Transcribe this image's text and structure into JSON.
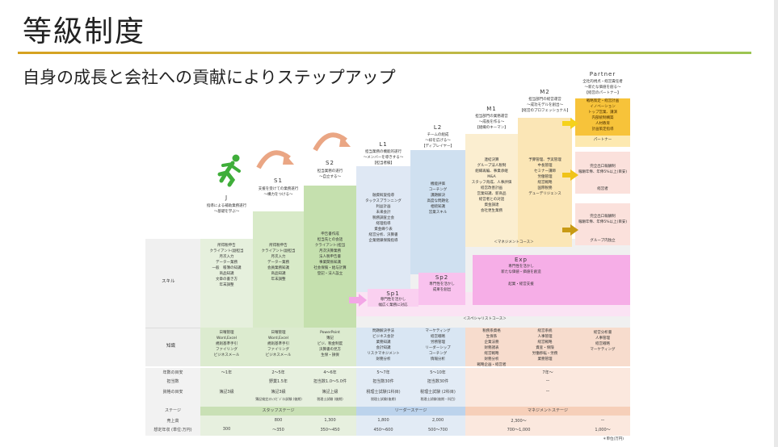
{
  "title": "等級制度",
  "subtitle": "自身の成長と会社への貢献によりステップアップ",
  "levels": {
    "J": {
      "code": "J",
      "desc": [
        "指導による補助業務遂行",
        "～基礎を学ぶ～"
      ]
    },
    "S1": {
      "code": "S1",
      "desc": [
        "支援を受けての業務遂行",
        "～構力をつける～"
      ]
    },
    "S2": {
      "code": "S2",
      "desc": [
        "担当業務の遂行",
        "～自立する～"
      ]
    },
    "L1": {
      "code": "L1",
      "desc": [
        "担当業務の機能的遂行",
        "～メンバーを導きする～",
        "【担当者級】"
      ]
    },
    "L2": {
      "code": "L2",
      "desc": [
        "チームの組成",
        "～枠を広げる～",
        "【ディプレイヤー】"
      ]
    },
    "M1": {
      "code": "M1",
      "desc": [
        "担当部門の業務運営",
        "～成長を作る～",
        "【組織のキーマン】"
      ]
    },
    "M2": {
      "code": "M2",
      "desc": [
        "担当部門の経営運営",
        "～成功モデルを創出～",
        "【経営のプロフェッショナル】"
      ]
    },
    "Partner": {
      "code": "Partner",
      "desc": [
        "全社的視点・経営責任者",
        "～新たな価値を創る～",
        "【経営のパートナー】"
      ]
    },
    "Sp1": {
      "code": "Sp1",
      "desc": [
        "専門性を活かし",
        "幅広く業務に対応"
      ]
    },
    "Sp2": {
      "code": "Sp2",
      "desc": [
        "専門性を活かし",
        "成果を創出"
      ]
    },
    "Exp": {
      "code": "Exp",
      "desc": [
        "専門性を活かし",
        "新たな価値・価値を創造"
      ]
    }
  },
  "tracks": {
    "management": "＜マネジメントコース＞",
    "specialist": "＜スペシャリストコース＞"
  },
  "skills_label": "スキル",
  "skills": {
    "J": [
      "所得税申告",
      "クライアント(副担当",
      "月次入力",
      "データー業務",
      "一般　帳簿の知識",
      "商品知識",
      "文章の書き方",
      "年末調整"
    ],
    "S1": [
      "所得税申告",
      "クライアント(副担当",
      "月次入力",
      "データー業務",
      "会員業務知識",
      "商品知識",
      "年末調整"
    ],
    "S2": [
      "申告書作成",
      "担当先との会話",
      "クライアント(担当",
      "月次決算業務",
      "法人税申告書",
      "事業関係知識",
      "社会保険・給与計算",
      "登記・法人設立"
    ],
    "L1": [
      "融資斡旋指導",
      "タックスプランニング",
      "利益計画",
      "未来会計",
      "税務調査立会",
      "経理指導",
      "資金繰り表",
      "経営分析、決算書",
      "企業閉鎖保険指導"
    ],
    "L2": [
      "機能評価",
      "コーチング",
      "課題解決",
      "高度な問題化",
      "相続知識",
      "営業スキル"
    ],
    "M1": [
      "連結決算",
      "グループ法人税制",
      "組織再編、事業承継",
      "M&A",
      "スタッフ育成、人事評価",
      "経営改善計画",
      "営業知識、新商品",
      "経営者との対話",
      "資金調達",
      "会社更生業務"
    ],
    "M2": [
      "予算管理、予実管理",
      "中長管理",
      "セミナー講師",
      "労働管理",
      "経営戦略",
      "国際税務",
      "デューデリジェンス"
    ],
    "Exp": [
      "起業・経営支援"
    ]
  },
  "partner_boxes": [
    {
      "lines": [
        "戦略策定・経営計画",
        "イノベーション",
        "トップ営業、講演",
        "内部統制構築",
        "人材教育",
        "計画策定指導"
      ]
    },
    {
      "label": "パートナー"
    },
    {
      "lines": [
        "完全出口報酬制",
        "報酬年俸、年俸5%以上(目安)"
      ],
      "label": "経営者"
    },
    {
      "lines": [
        "完全出口報酬制",
        "報酬年俸、年俸5%以上(目安)"
      ],
      "label": "グループ内独立"
    }
  ],
  "knowledge_label": "知識",
  "knowledge": [
    [
      "日曜管理",
      "Word,Excel",
      "規則基準手引",
      "ファイリング",
      "ビジネスメール"
    ],
    [
      "日曜管理",
      "Word,Excel",
      "規則基準手引",
      "ファイリング",
      "ビジネスメール"
    ],
    [
      "PowerPoint",
      "簿記",
      "ビジ、税金制度",
      "決算書の見方",
      "生保・損保"
    ],
    [
      "問題解決手法",
      "ビジネス会計",
      "業務知識",
      "会計知識",
      "リスクマネジメント",
      "財務分析"
    ],
    [
      "マーケティング",
      "経営戦略",
      "労務管理",
      "リーダーシップ",
      "コーチング",
      "情報分析"
    ],
    [
      "税務系資格",
      "生保系",
      "企業法務",
      "財務諸表",
      "経営戦略",
      "財務分析",
      "戦略企画・経営者"
    ],
    [
      "経営系統",
      "人事管理",
      "経営戦略",
      "資産・保険",
      "労働移転・労務",
      "業務管理"
    ],
    [
      "経営分析書",
      "人事管理",
      "経営戦略",
      "マーケティング"
    ]
  ],
  "rows": [
    {
      "label": "年数の目安",
      "cells": [
        "～1年",
        "2～5年",
        "4～6年",
        "5～7年",
        "5～10年",
        "7年～",
        ""
      ]
    },
    {
      "label": "担当数",
      "cells": [
        "",
        "野業1.5年",
        "担当数1.0～5.0件",
        "担当数30件",
        "担当数30件",
        "ー",
        ""
      ]
    },
    {
      "label": "資格の目安",
      "cells": [
        "簿記3級",
        "簿記3級",
        "簿記上級",
        "税理士試験(1科目)",
        "税理士試験 (2科目)",
        "ー",
        ""
      ]
    },
    {
      "label": "",
      "cells": [
        "",
        "簿記検定ｽﾀｯﾌ/ﾋﾞｼﾞﾈｽ試験 (後期)",
        "税理士試験 (後期)",
        "税理士試験(後期)",
        "税理士試験(後期・科目)",
        "",
        ""
      ]
    },
    {
      "label": "ステージ",
      "cells": [
        "",
        "スタッフステージ",
        "",
        "リーダーステージ",
        "",
        "マネジメントステージ",
        ""
      ]
    },
    {
      "label": "売上高",
      "cells": [
        "",
        "800",
        "1,300",
        "1,800",
        "2,000",
        "2,300～",
        "ー"
      ]
    },
    {
      "label": "想定年収 (単位:万円)",
      "cells": [
        "300",
        "～350",
        "350～450",
        "450～600",
        "500～700",
        "700～1,000",
        "1,000～"
      ]
    }
  ],
  "footnote": "＊単位(万円)"
}
